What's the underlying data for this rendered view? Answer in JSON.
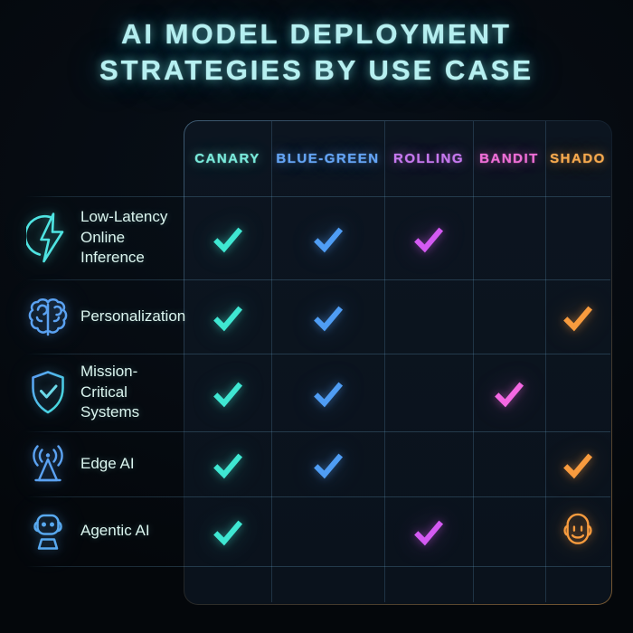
{
  "title": {
    "line1": "AI MODEL DEPLOYMENT",
    "line2": "STRATEGIES BY USE CASE"
  },
  "columns": [
    {
      "id": "canary",
      "label": "CANARY",
      "color": "#7aeadb",
      "check_color": "#3fe7d2"
    },
    {
      "id": "blue-green",
      "label": "BLUE-GREEN",
      "color": "#64a4f4",
      "check_color": "#4f9df4"
    },
    {
      "id": "rolling",
      "label": "ROLLING",
      "color": "#c678ee",
      "check_color": "#d45af2"
    },
    {
      "id": "bandit",
      "label": "BANDIT",
      "color": "#ee6ed6",
      "check_color": "#f468e2"
    },
    {
      "id": "shadow",
      "label": "SHADO",
      "color": "#f6a94e",
      "check_color": "#f89b3e"
    }
  ],
  "rows": [
    {
      "label": "Low-Latency\nOnline\nInference",
      "icon": "flash-icon",
      "icon_color": "#4fe4e2",
      "cells": [
        "check",
        "check",
        "check",
        "",
        ""
      ]
    },
    {
      "label": "Personalization",
      "icon": "brain-icon",
      "icon_color": "#5ba2f2",
      "cells": [
        "check",
        "check",
        "",
        "",
        "check"
      ]
    },
    {
      "label": "Mission-\nCritical\nSystems",
      "icon": "shield-check-icon",
      "icon_color": "#55b4e8",
      "cells": [
        "check",
        "check",
        "",
        "check",
        ""
      ]
    },
    {
      "label": "Edge AI",
      "icon": "antenna-icon",
      "icon_color": "#5ba2f2",
      "cells": [
        "check",
        "check",
        "",
        "",
        "check"
      ]
    },
    {
      "label": "Agentic AI",
      "icon": "robot-icon",
      "icon_color": "#58a9f0",
      "cells": [
        "check",
        "",
        "check",
        "",
        "agent-face"
      ]
    }
  ],
  "colors": {
    "background": "#05080d",
    "panel_background": "#0b131d",
    "grid_line": "#3c647f",
    "title": "#b6f0f1",
    "row_label": "#dbf5ef"
  },
  "chart_data": {
    "type": "table",
    "title": "AI Model Deployment Strategies by Use Case",
    "columns": [
      "Canary",
      "Blue-Green",
      "Rolling",
      "Bandit",
      "Shado"
    ],
    "rows": [
      "Low-Latency Online Inference",
      "Personalization",
      "Mission-Critical Systems",
      "Edge AI",
      "Agentic AI"
    ],
    "matrix": [
      [
        1,
        1,
        1,
        0,
        0
      ],
      [
        1,
        1,
        0,
        0,
        1
      ],
      [
        1,
        1,
        0,
        1,
        0
      ],
      [
        1,
        1,
        0,
        0,
        1
      ],
      [
        1,
        0,
        1,
        0,
        "agent-icon"
      ]
    ]
  }
}
